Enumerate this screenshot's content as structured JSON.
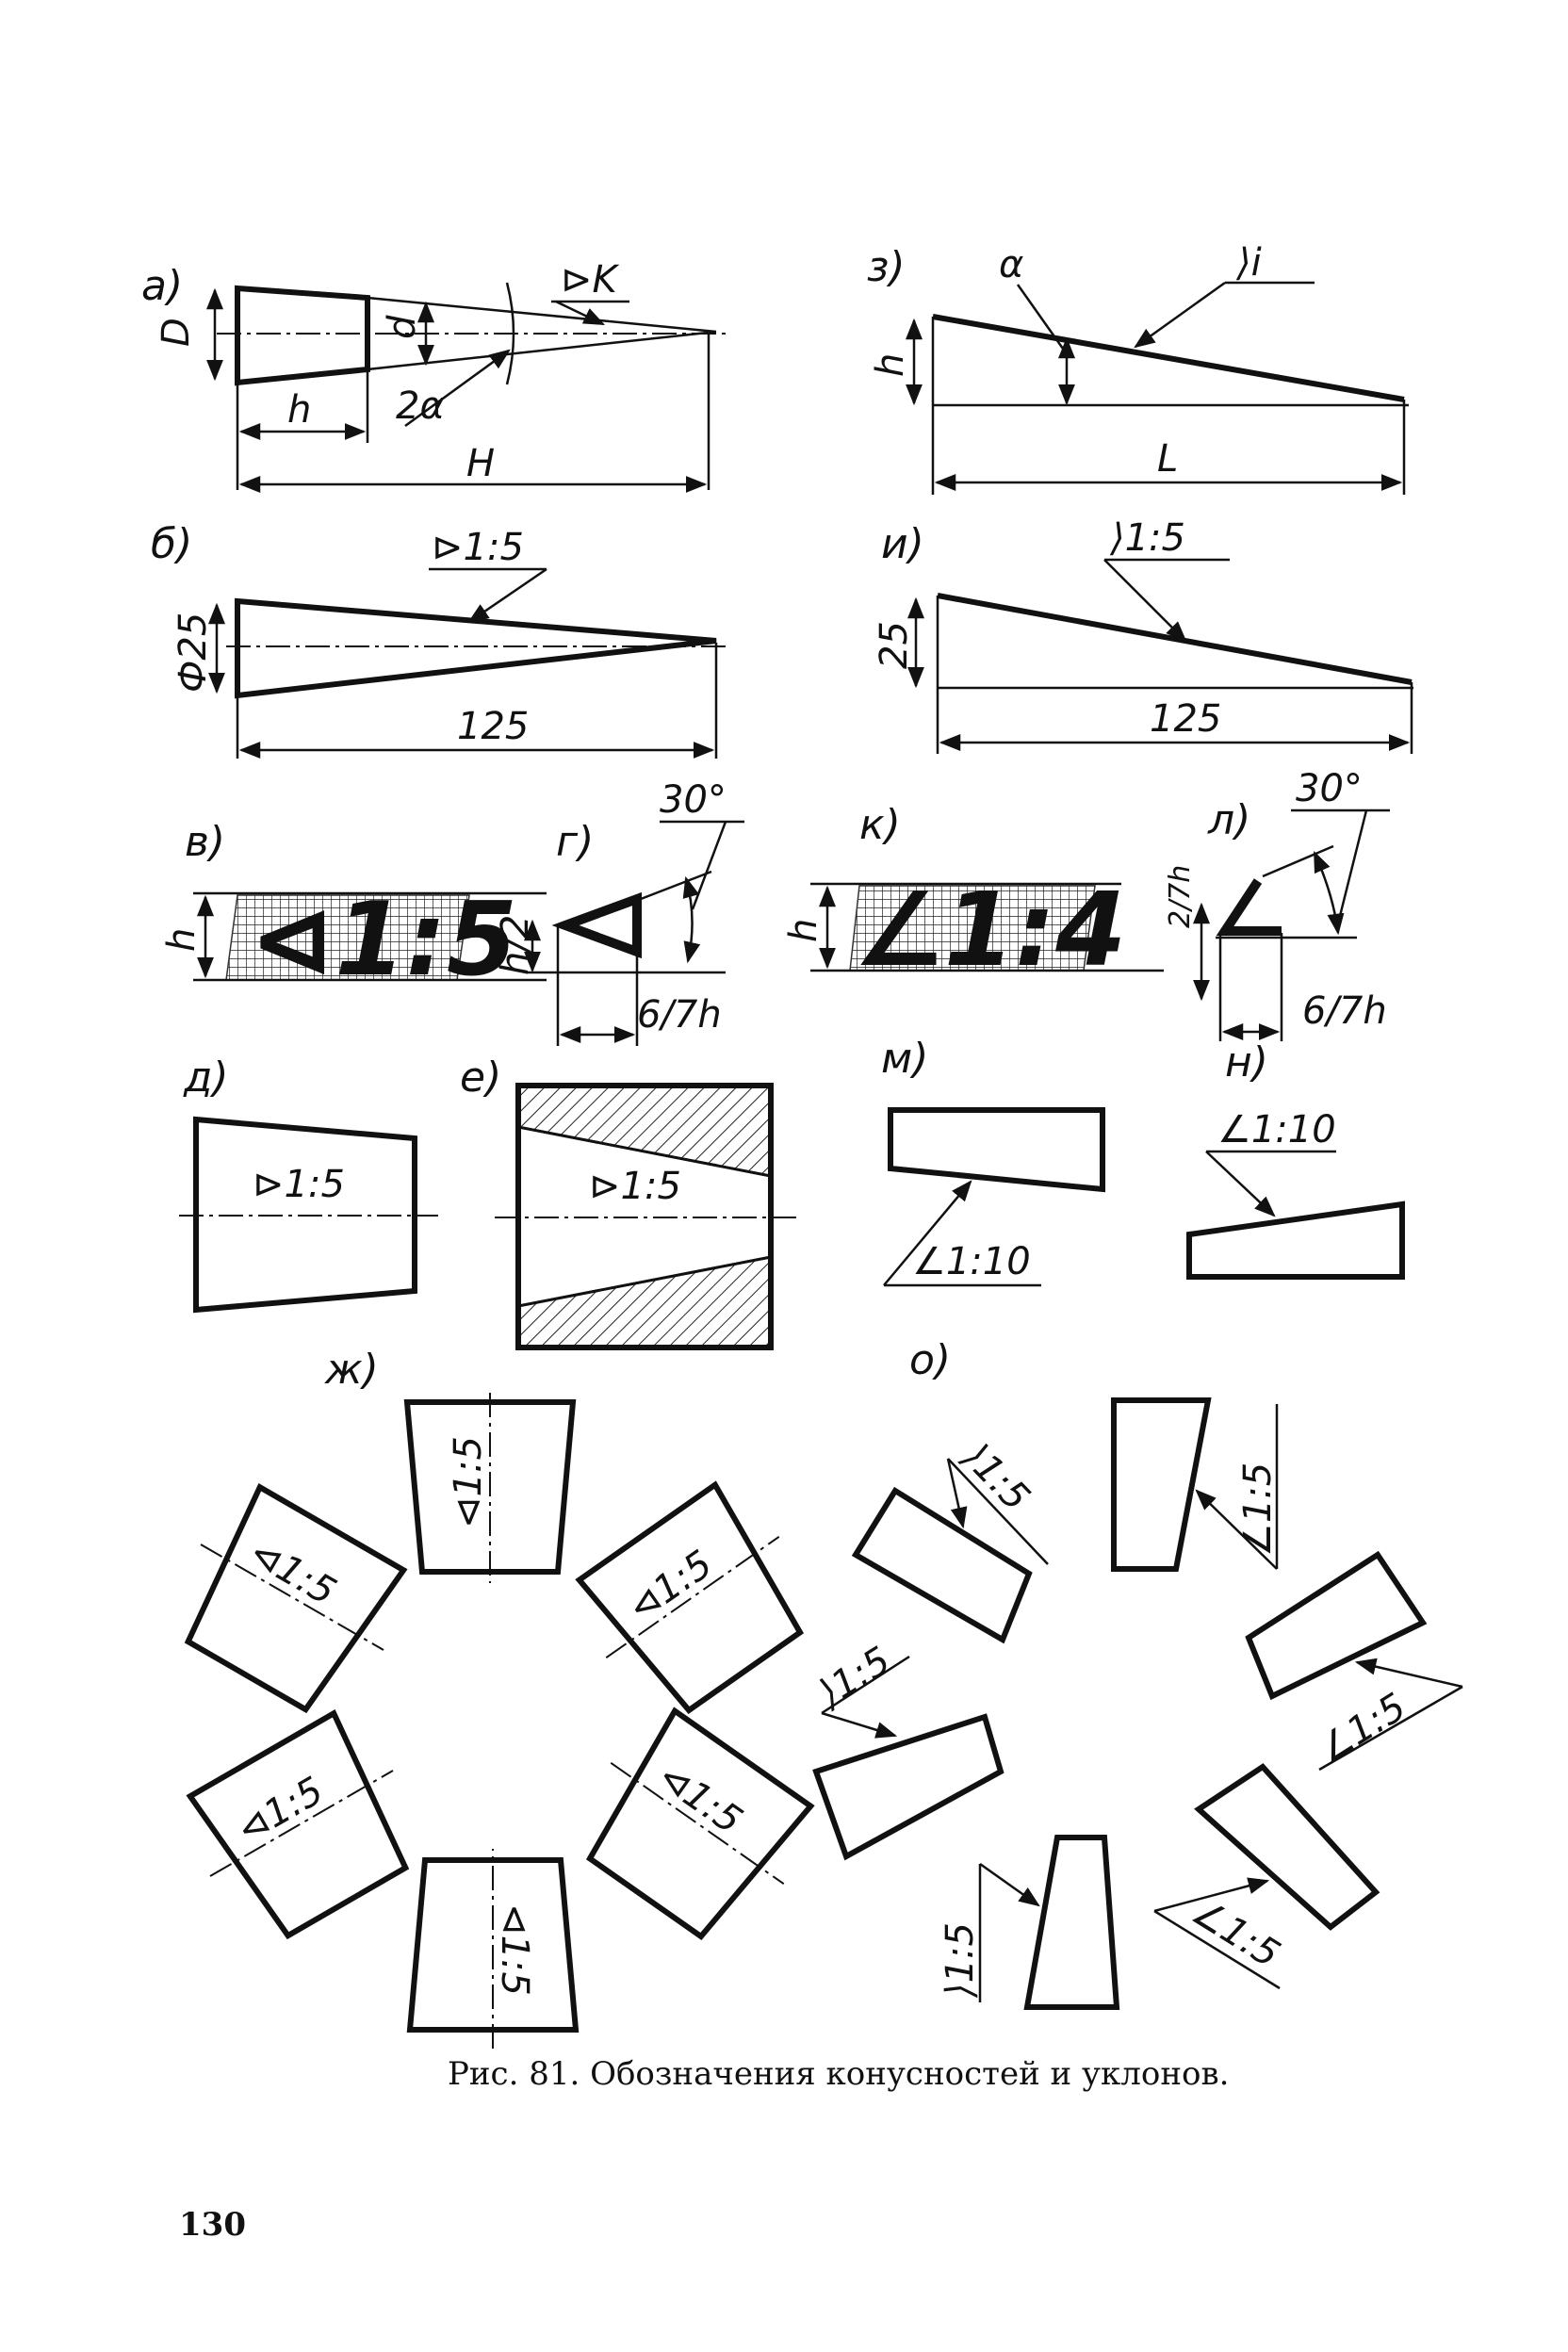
{
  "figure": {
    "panel_labels": {
      "a": "а)",
      "b": "б)",
      "v": "в)",
      "g": "г)",
      "d": "д)",
      "e": "е)",
      "zh": "ж)",
      "z": "з)",
      "i": "и)",
      "k": "к)",
      "l": "л)",
      "m": "м)",
      "n": "н)",
      "o": "о)"
    },
    "panel_a": {
      "D": "D",
      "d": "d",
      "h": "h",
      "alpha2": "2α",
      "H": "H",
      "K": "⊳K"
    },
    "panel_b": {
      "diam": "Ф25",
      "len": "125",
      "mark": "⊳1:5"
    },
    "panel_v": {
      "h": "h",
      "mark": "⊲1:5"
    },
    "panel_g": {
      "angle": "30°",
      "half": "h/2",
      "width": "6/7h"
    },
    "panel_z": {
      "alpha": "α",
      "h": "h",
      "L": "L",
      "mark": "⟩i"
    },
    "panel_i": {
      "height": "25",
      "len": "125",
      "mark": "⟩1:5"
    },
    "panel_k": {
      "h": "h",
      "mark": "∠1:4"
    },
    "panel_l": {
      "angle": "30°",
      "height": "2/7h",
      "width": "6/7h"
    },
    "panel_d": {
      "mark": "⊳1:5"
    },
    "panel_e": {
      "mark": "⊳1:5"
    },
    "panel_m": {
      "mark": "∠1:10"
    },
    "panel_n": {
      "mark": "∠1:10"
    },
    "panel_zh": {
      "mark": "⊲1:5"
    },
    "panel_o": {
      "mark_v": "⟩1:5",
      "mark_a": "∠1:5"
    },
    "caption": "Рис. 81. Обозначения конусностей и уклонов.",
    "page_number": "130"
  }
}
